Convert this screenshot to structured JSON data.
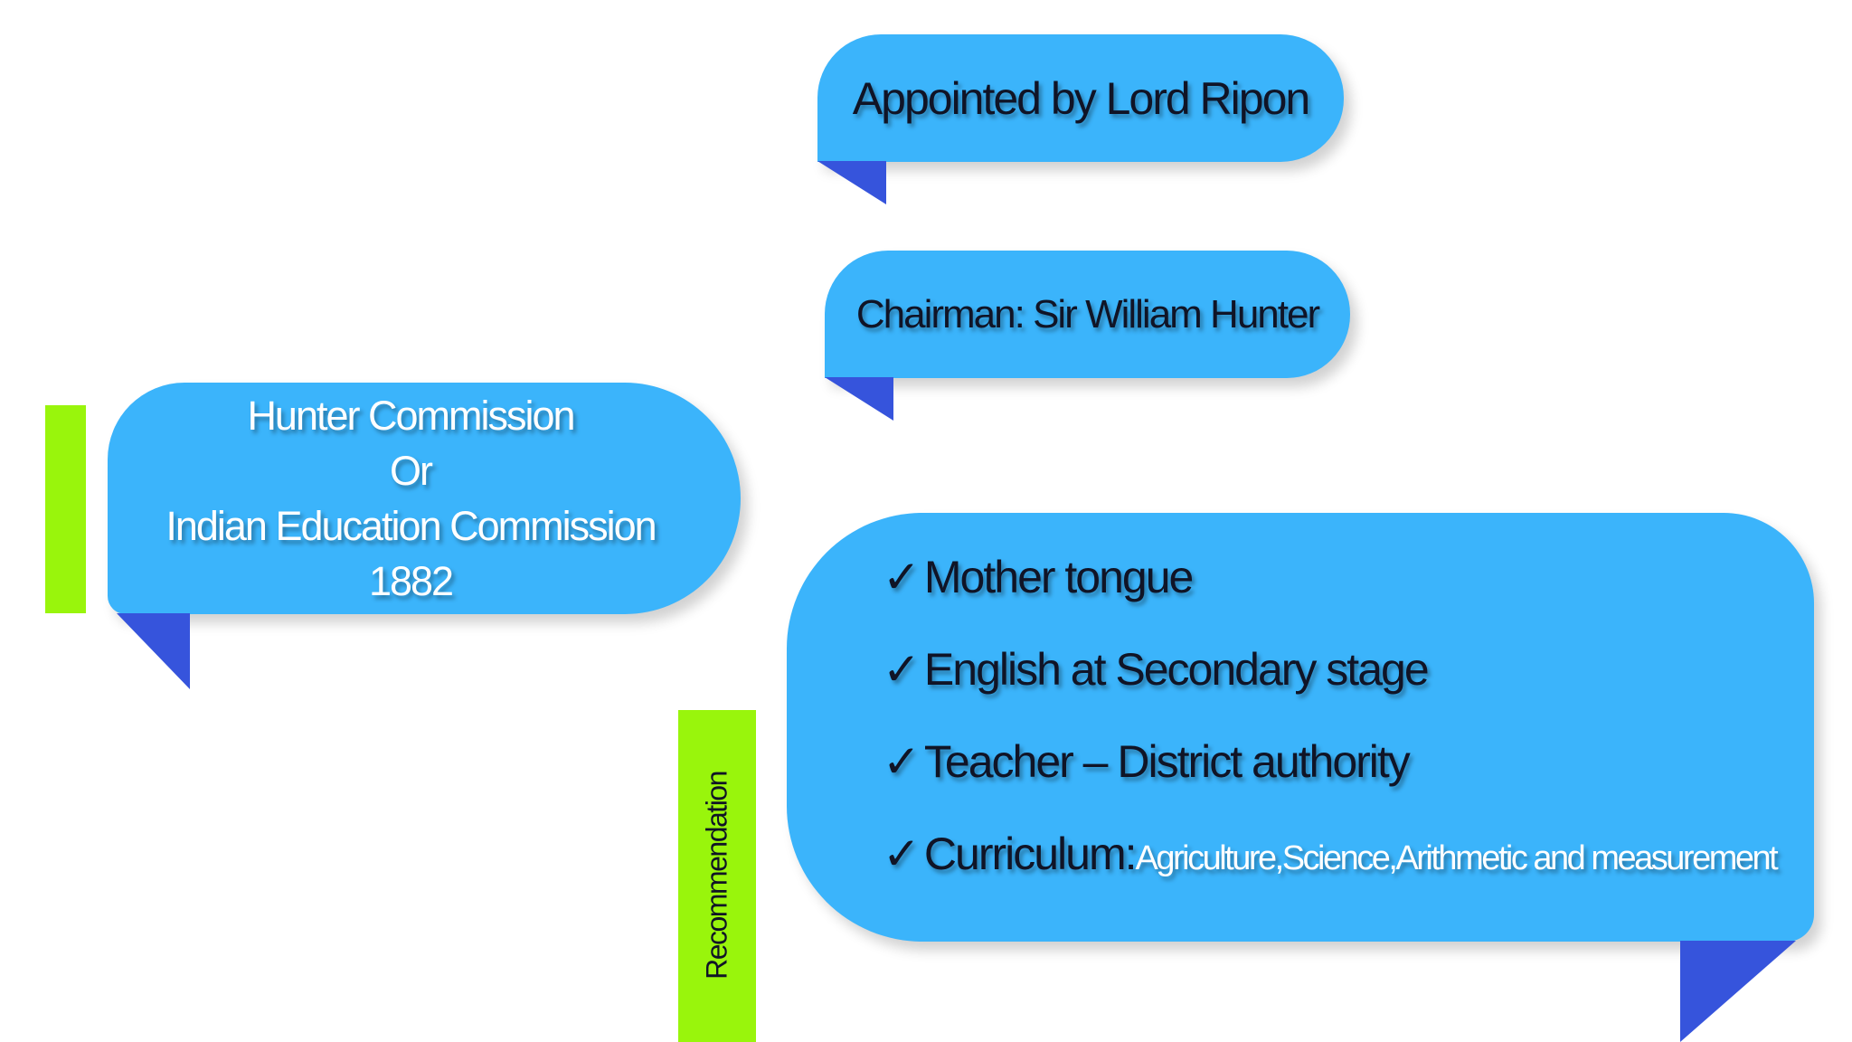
{
  "appointed": {
    "text": "Appointed by Lord Ripon"
  },
  "chairman": {
    "text": "Chairman: Sir William Hunter"
  },
  "commission": {
    "lines": [
      "Hunter Commission",
      "Or",
      "Indian Education Commission",
      "1882"
    ]
  },
  "recommendation": {
    "label": "Recommendation",
    "check_symbol": "✓",
    "items": [
      {
        "text": "Mother tongue",
        "sub": ""
      },
      {
        "text": "English at Secondary stage",
        "sub": ""
      },
      {
        "text": "Teacher – District authority",
        "sub": ""
      },
      {
        "text": "Curriculum:",
        "sub": "Agriculture,Science,Arithmetic and measurement"
      }
    ]
  },
  "colors": {
    "bubble": "#3bb4fb",
    "tail": "#3654dc",
    "bar": "#99f50c",
    "dark_text": "#101426",
    "light_text": "#ffffff"
  }
}
